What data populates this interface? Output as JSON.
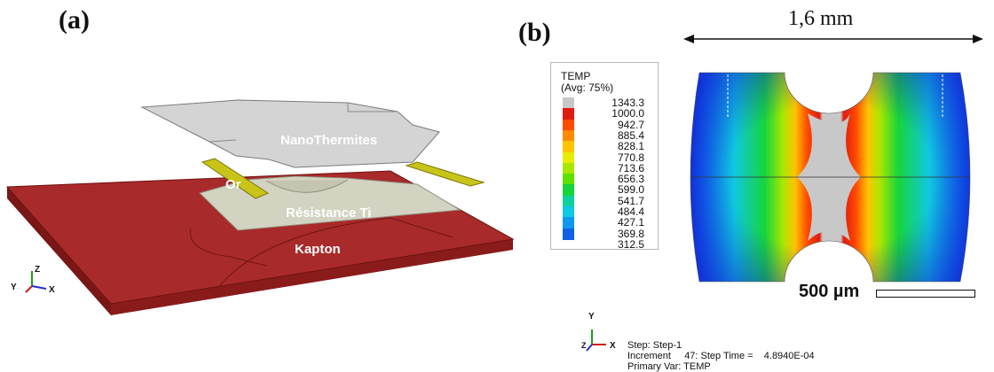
{
  "panel_a": {
    "label": "(a)",
    "layers": {
      "nanothermites": "NanoThermites",
      "gold": "Or",
      "resistance": "Résistance Ti",
      "substrate": "Kapton"
    },
    "triad": {
      "y": "Y",
      "z": "Z",
      "x": "X"
    }
  },
  "panel_b": {
    "label": "(b)",
    "dimension": "1,6 mm",
    "scale_bar": "500 µm",
    "legend": {
      "title_line1": "TEMP",
      "title_line2": "(Avg: 75%)",
      "values": [
        "1343.3",
        "1000.0",
        "942.7",
        "885.4",
        "828.1",
        "770.8",
        "713.6",
        "656.3",
        "599.0",
        "541.7",
        "484.4",
        "427.1",
        "369.8",
        "312.5"
      ],
      "colors": [
        "#c8c8c8",
        "#e01b10",
        "#ff4a00",
        "#ff8a00",
        "#ffc400",
        "#e8ec00",
        "#a8e800",
        "#5ee000",
        "#16d43c",
        "#10d0a0",
        "#10c8e0",
        "#1098f0",
        "#1060e8",
        "#1018d0"
      ]
    },
    "triad": {
      "y": "Y",
      "z": "Z",
      "x": "X"
    },
    "status": {
      "step": "Step: Step-1",
      "increment": "Increment     47: Step Time =    4.8940E-04",
      "primary_var": "Primary Var: TEMP"
    }
  }
}
